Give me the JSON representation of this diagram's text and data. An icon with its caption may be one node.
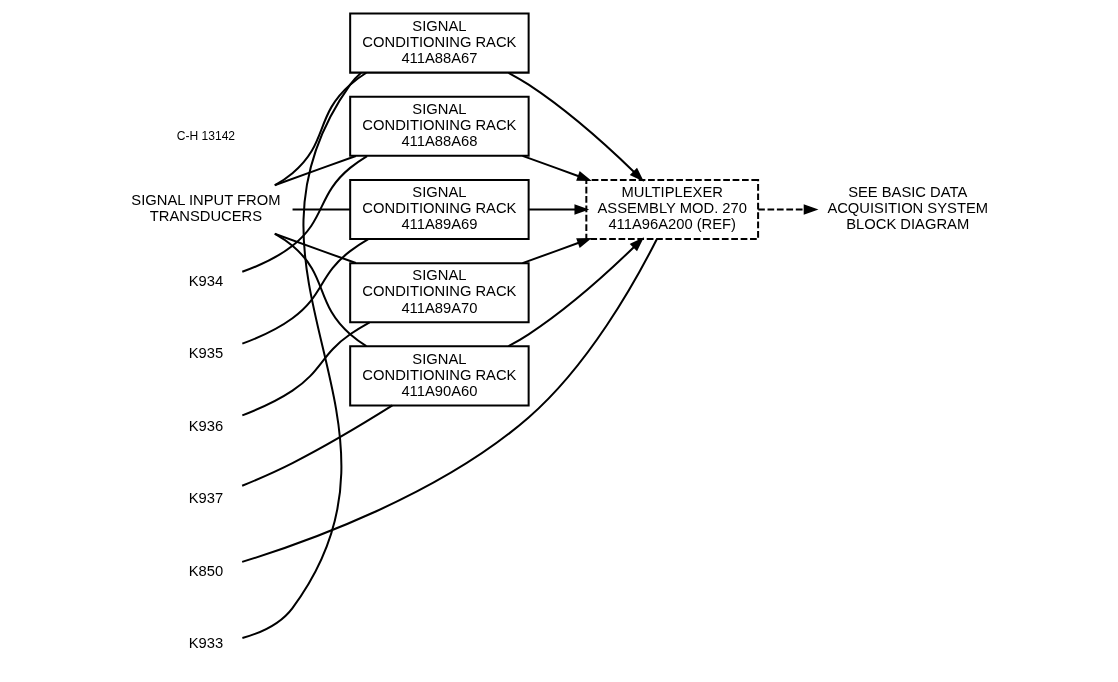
{
  "diagram": {
    "nodes": [
      {
        "text": [
          "SIGNAL INPUT FROM TRANSDUCERS"
        ]
      },
      {
        "text": [
          "SIGNAL CONDITIONING RACK 411A88A67"
        ]
      },
      {
        "text": [
          "SIGNAL CONDITIONING RACK 411A88A68"
        ]
      },
      {
        "text": [
          "SIGNAL CONDITIONING RACK 411A89A69"
        ]
      },
      {
        "text": [
          "SIGNAL CONDITIONING RACK 411A89A70"
        ]
      },
      {
        "text": [
          "SIGNAL CONDITIONING RACK 411A90A60"
        ]
      },
      {
        "text": [
          "MULTIPLEXER ASSEMBLY MOD. 270 411A96A200 (REF)"
        ]
      },
      {
        "text": [
          "SEE BASIC DATA ACQUISITION SYSTEM BLOCK DIAGRAM"
        ]
      },
      {
        "text": [
          "K933"
        ]
      },
      {
        "text": [
          "K934"
        ]
      },
      {
        "text": [
          "K935"
        ]
      },
      {
        "text": [
          "K936"
        ]
      },
      {
        "text": [
          "K937"
        ]
      },
      {
        "text": [
          "K850"
        ]
      }
    ],
    "edges": [
      {
        "from": 0,
        "to": 1,
        "arrow": "none"
      },
      {
        "from": 0,
        "to": 2,
        "arrow": "none"
      },
      {
        "from": 0,
        "to": 3,
        "arrow": "none"
      },
      {
        "from": 0,
        "to": 4,
        "arrow": "none"
      },
      {
        "from": 0,
        "to": 5,
        "arrow": "none"
      },
      {
        "from": 1,
        "to": 6,
        "arrow": "to"
      },
      {
        "from": 2,
        "to": 6,
        "arrow": "to"
      },
      {
        "from": 3,
        "to": 6,
        "arrow": "to"
      },
      {
        "from": 4,
        "to": 6,
        "arrow": "to"
      },
      {
        "from": 5,
        "to": 6,
        "arrow": "to"
      },
      {
        "from": 6,
        "to": 7,
        "arrow": "to",
        "style": "dashed"
      },
      {
        "from": 8,
        "to": 1,
        "arrow": "none"
      },
      {
        "from": 9,
        "to": 2,
        "arrow": "none"
      },
      {
        "from": 10,
        "to": 3,
        "arrow": "none"
      },
      {
        "from": 11,
        "to": 4,
        "arrow": "none"
      },
      {
        "from": 12,
        "to": 5,
        "arrow": "none"
      },
      {
        "from": 13,
        "to": 6,
        "arrow": "none"
      }
    ],
    "labels": [
      "C-H 13142"
    ]
  }
}
